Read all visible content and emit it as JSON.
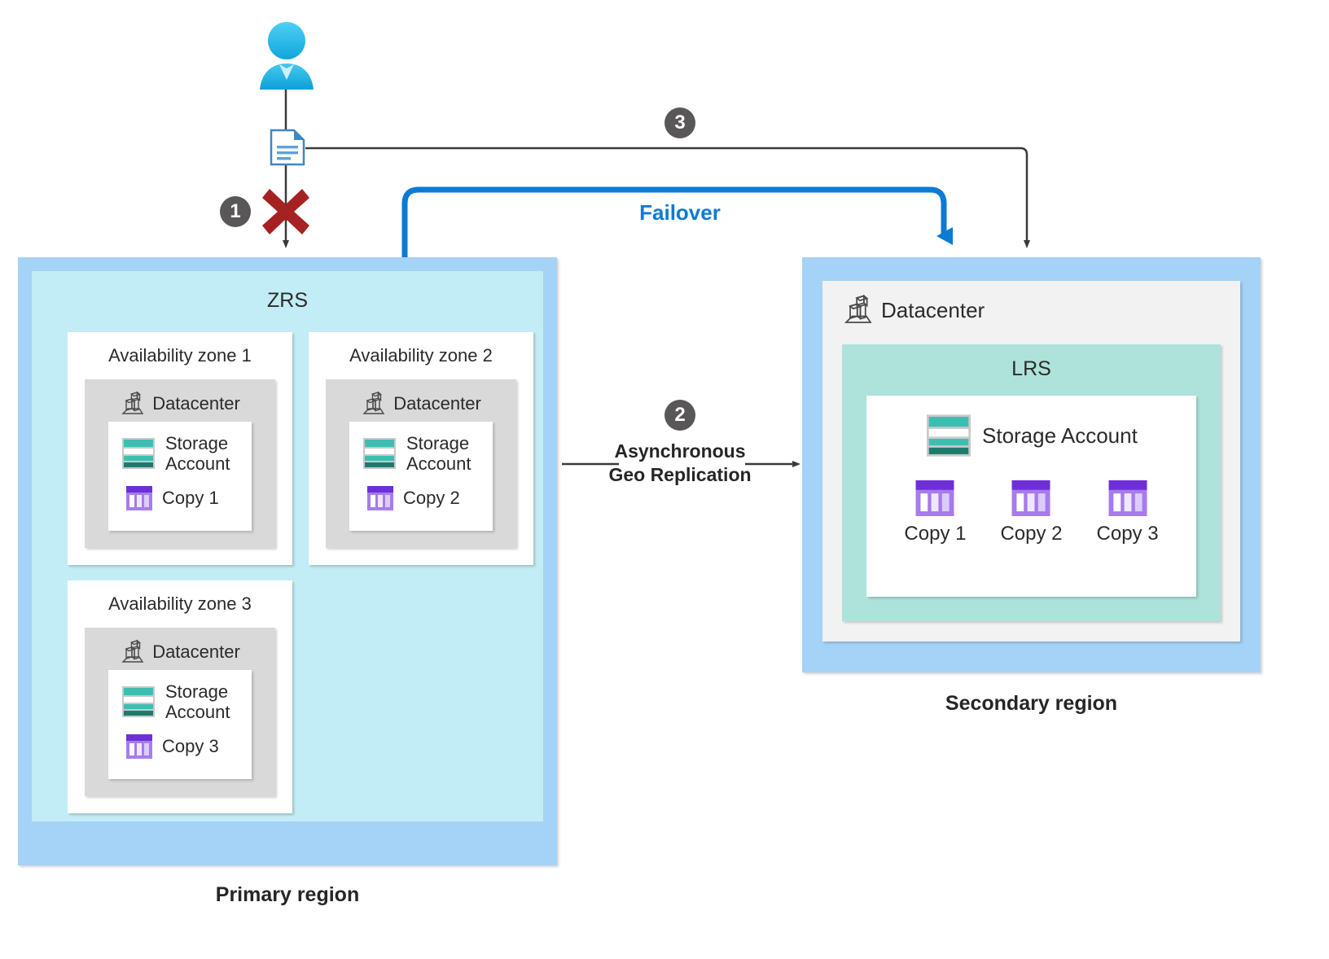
{
  "diagram": {
    "title": "Azure storage redundancy ZRS to LRS geo-replication failover",
    "colors": {
      "region_outer": "#A5D2F7",
      "zrs_inner": "#C3EDF6",
      "lrs_box": "#ADE3DA",
      "datacenter_grey": "#D9D9D9",
      "datacenter_panel": "#F2F2F2",
      "failover_blue": "#0C7BD4",
      "badge_grey": "#595757",
      "error_red": "#A62121",
      "storage_teal": "#3CBFB2",
      "copy_purple": "#7B3FE4"
    }
  },
  "actor": {
    "name": "user-icon",
    "icon": "user-icon"
  },
  "document": {
    "icon": "document-icon"
  },
  "badges": [
    {
      "id": "1",
      "label": "1"
    },
    {
      "id": "2",
      "label": "2"
    },
    {
      "id": "3",
      "label": "3"
    }
  ],
  "failure_marker": {
    "icon": "red-x-icon"
  },
  "flows": {
    "failover_label": "Failover",
    "geo_replication_label_line1": "Asynchronous",
    "geo_replication_label_line2": "Geo Replication"
  },
  "primary_region": {
    "caption": "Primary region",
    "redundancy_label": "ZRS",
    "zones": [
      {
        "title": "Availability zone 1",
        "datacenter_label": "Datacenter",
        "storage_account_line1": "Storage",
        "storage_account_line2": "Account",
        "copy_label": "Copy 1"
      },
      {
        "title": "Availability zone 2",
        "datacenter_label": "Datacenter",
        "storage_account_line1": "Storage",
        "storage_account_line2": "Account",
        "copy_label": "Copy 2"
      },
      {
        "title": "Availability zone 3",
        "datacenter_label": "Datacenter",
        "storage_account_line1": "Storage",
        "storage_account_line2": "Account",
        "copy_label": "Copy 3"
      }
    ]
  },
  "secondary_region": {
    "caption": "Secondary region",
    "datacenter_label": "Datacenter",
    "redundancy_label": "LRS",
    "storage_account_label": "Storage Account",
    "copies": [
      {
        "label": "Copy 1"
      },
      {
        "label": "Copy 2"
      },
      {
        "label": "Copy 3"
      }
    ]
  }
}
